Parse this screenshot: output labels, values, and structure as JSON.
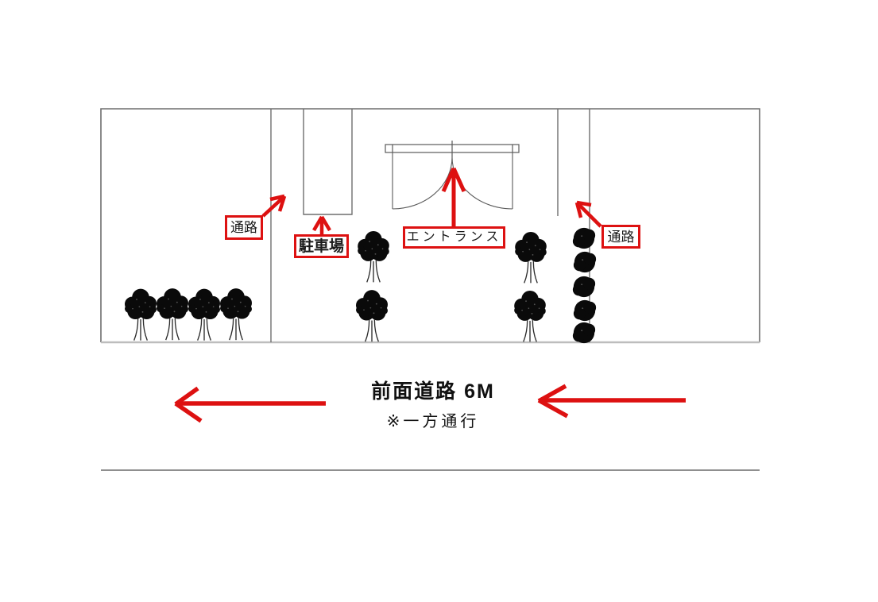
{
  "diagram": {
    "labels": {
      "passage_left": "通路",
      "parking": "駐車場",
      "entrance": "エントランス",
      "passage_right": "通路"
    },
    "road": {
      "name": "前面道路 6M",
      "note": "※一方通行"
    },
    "legend": {
      "site_features": [
        "passage (left)",
        "parking bay",
        "entrance with double-door swing",
        "passage (right)",
        "street trees",
        "hedge row"
      ],
      "road_direction": "one-way, arrows pointing left"
    },
    "colors": {
      "accent_red": "#dd1111",
      "line_gray": "#6e6e6e",
      "ground_gray": "#bdbdbd",
      "separator_gray": "#8f8f8f",
      "tree_black": "#0a0a0a"
    }
  }
}
